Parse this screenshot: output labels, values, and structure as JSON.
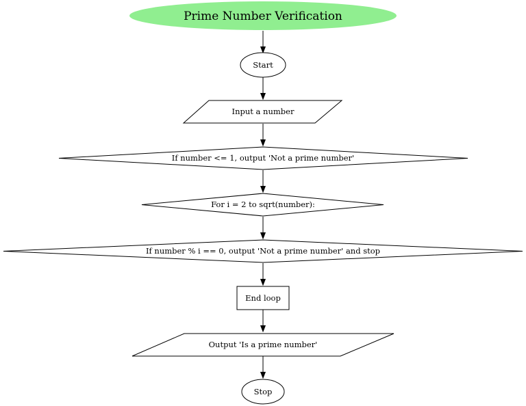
{
  "diagram": {
    "title": "Prime Number Verification",
    "title_color": "#90ee90",
    "nodes": [
      {
        "id": "start",
        "shape": "ellipse",
        "label": "Start"
      },
      {
        "id": "input",
        "shape": "parallelogram",
        "label": "Input a number"
      },
      {
        "id": "check_le_one",
        "shape": "diamond",
        "label": "If number <= 1, output 'Not a prime number'"
      },
      {
        "id": "loop",
        "shape": "diamond",
        "label": "For i = 2 to sqrt(number):"
      },
      {
        "id": "check_divisible",
        "shape": "diamond",
        "label": "If number % i == 0, output 'Not a prime number' and stop"
      },
      {
        "id": "end_loop",
        "shape": "box",
        "label": "End loop"
      },
      {
        "id": "output_prime",
        "shape": "parallelogram",
        "label": "Output 'Is a prime number'"
      },
      {
        "id": "stop",
        "shape": "ellipse",
        "label": "Stop"
      }
    ],
    "edges": [
      [
        "title",
        "start"
      ],
      [
        "start",
        "input"
      ],
      [
        "input",
        "check_le_one"
      ],
      [
        "check_le_one",
        "loop"
      ],
      [
        "loop",
        "check_divisible"
      ],
      [
        "check_divisible",
        "end_loop"
      ],
      [
        "end_loop",
        "output_prime"
      ],
      [
        "output_prime",
        "stop"
      ]
    ]
  }
}
